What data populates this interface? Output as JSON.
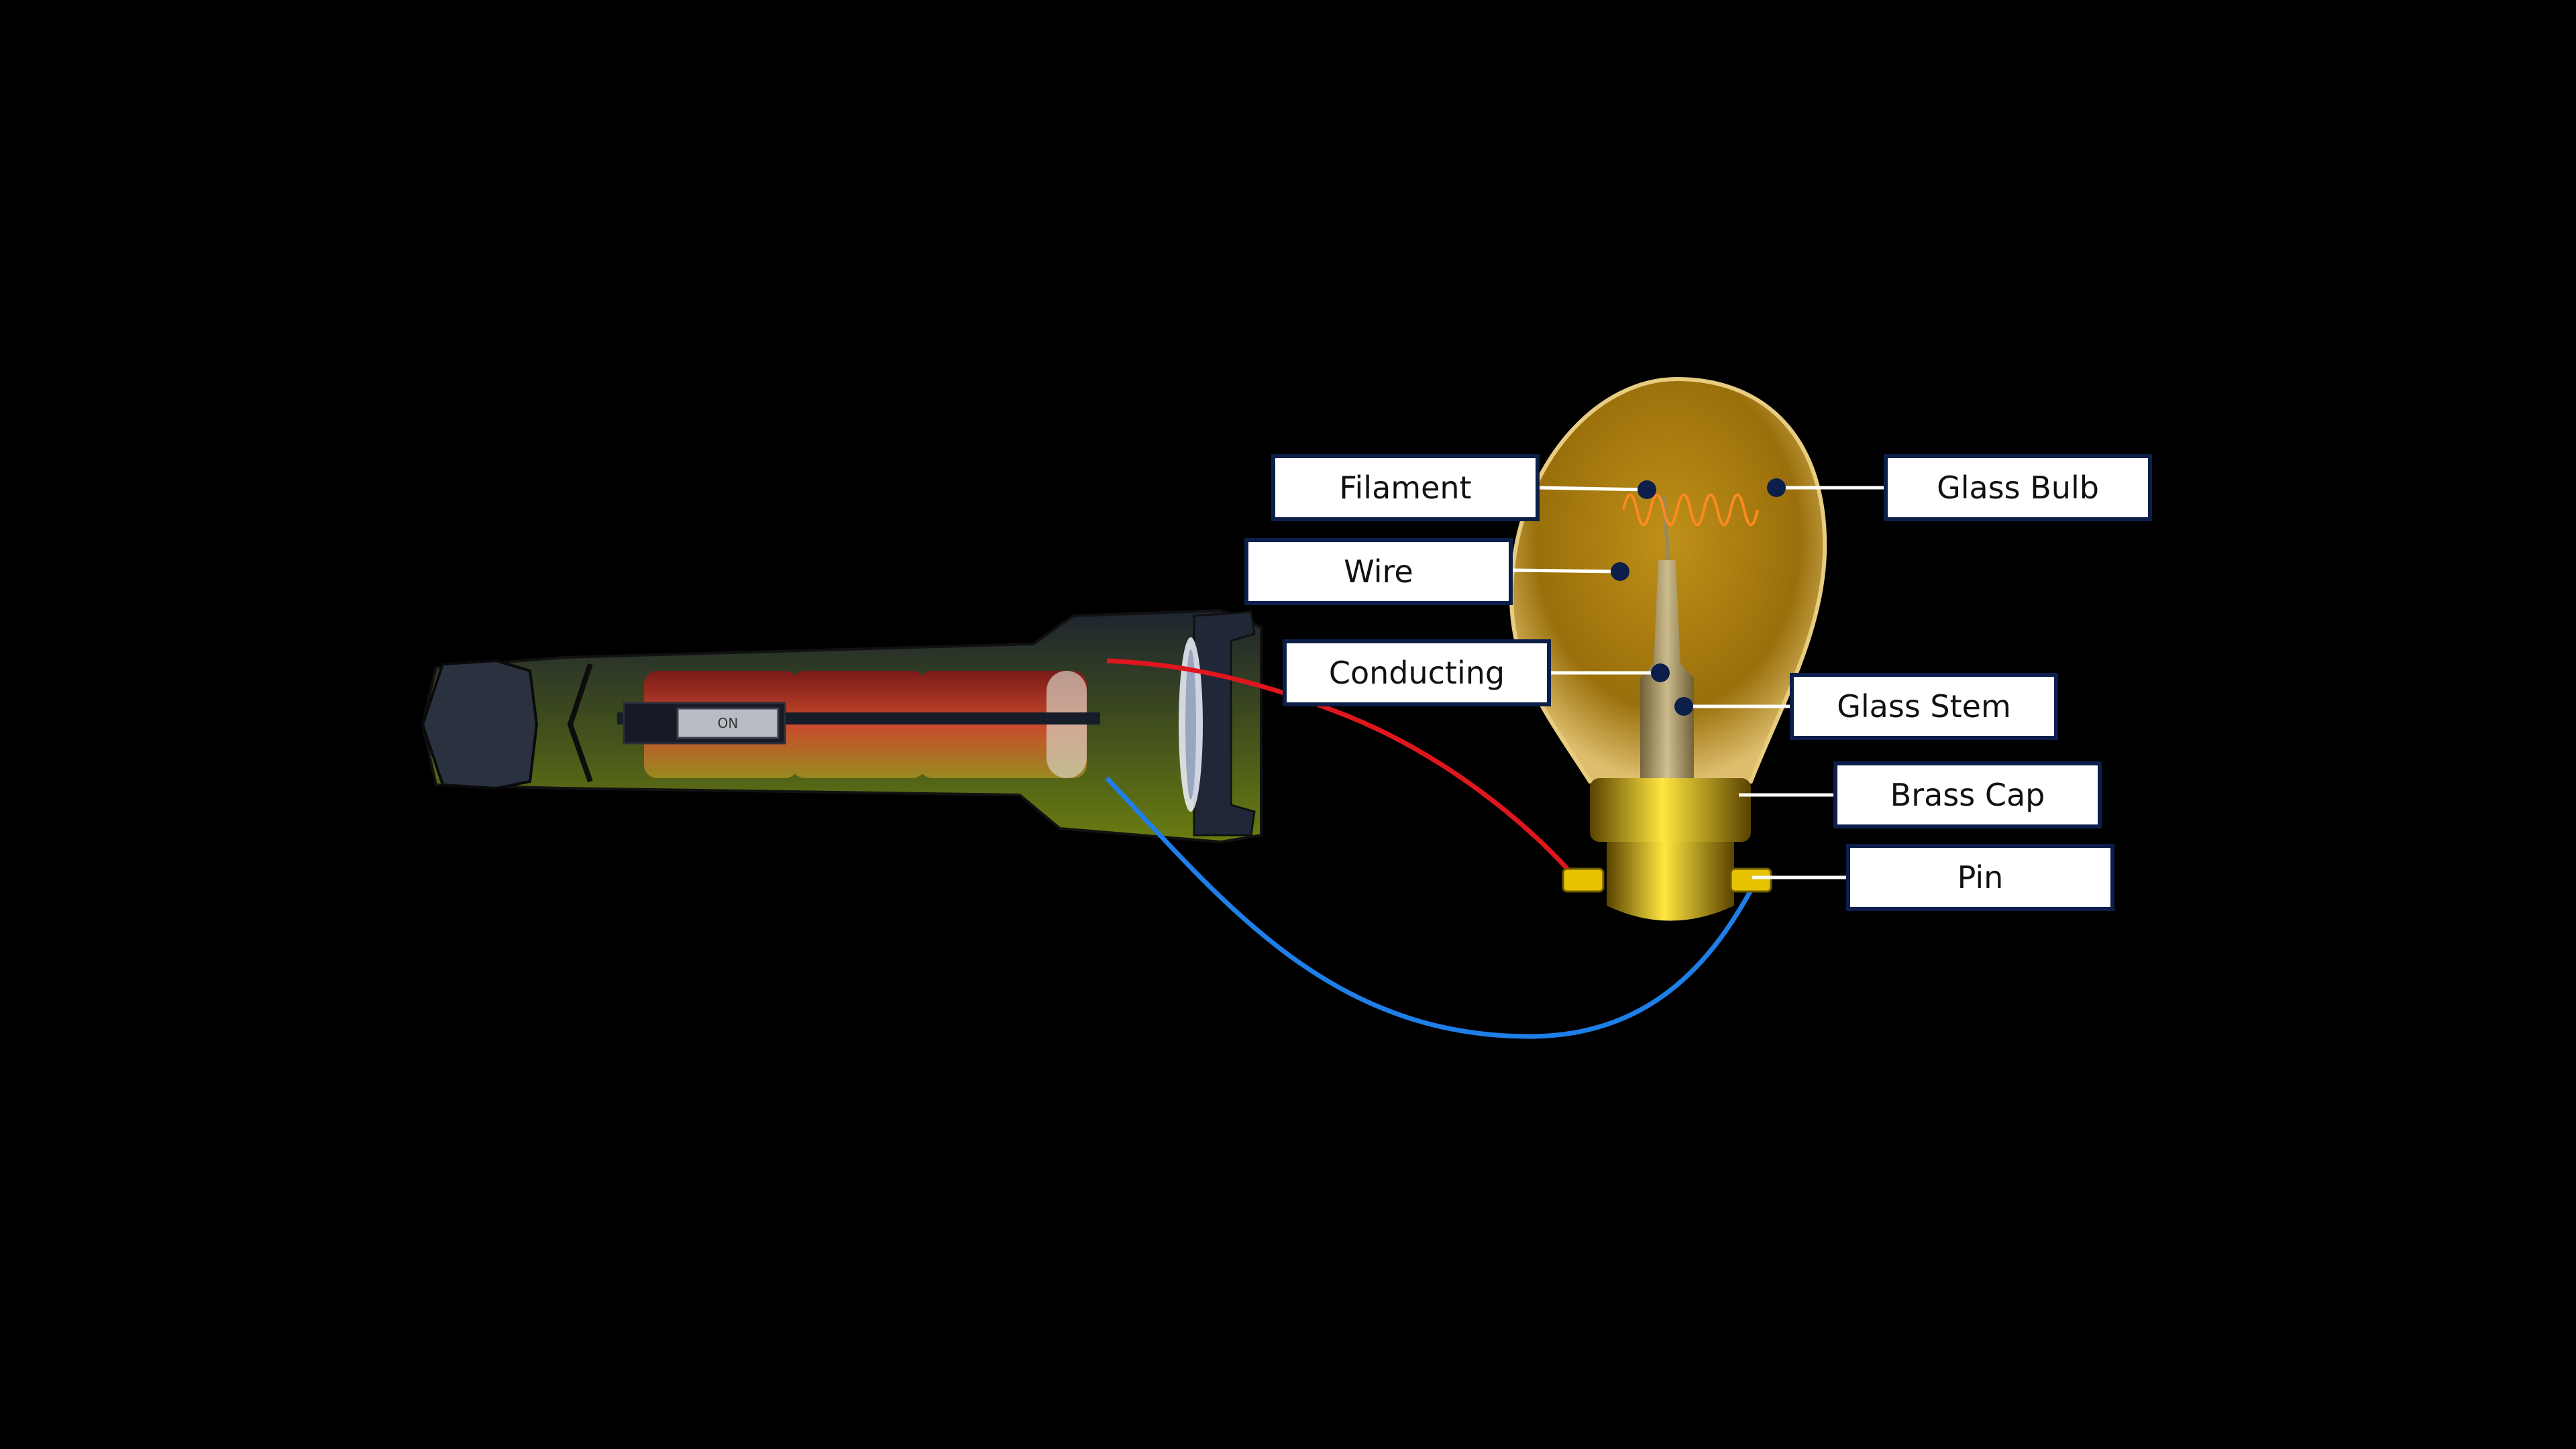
{
  "labels": {
    "filament": "Filament",
    "wire": "Wire",
    "conducting": "Conducting",
    "glass_bulb": "Glass Bulb",
    "glass_stem": "Glass Stem",
    "brass_cap": "Brass Cap",
    "pin": "Pin"
  },
  "switch_text": "ON",
  "colors": {
    "background": "#000000",
    "label_border": "#0c1f4a",
    "marker": "#0c1f4a",
    "wire_red": "#e0161e",
    "wire_blue": "#1f7fe8",
    "bulb_glass": "#b8860b",
    "brass": "#e6c200",
    "filament": "#ff8a1f",
    "torch_body": "#3a4a1a",
    "battery": "#c43a2a"
  }
}
